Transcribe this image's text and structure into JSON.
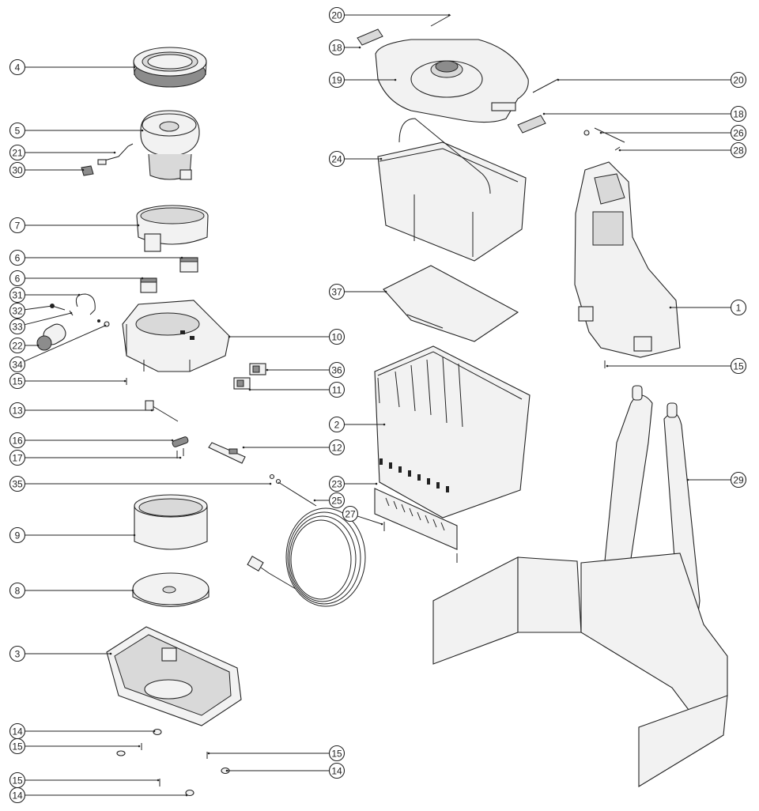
{
  "callouts": [
    {
      "id": "c4",
      "label": "4"
    },
    {
      "id": "c5",
      "label": "5"
    },
    {
      "id": "c21",
      "label": "21"
    },
    {
      "id": "c30",
      "label": "30"
    },
    {
      "id": "c7",
      "label": "7"
    },
    {
      "id": "c6a",
      "label": "6"
    },
    {
      "id": "c6b",
      "label": "6"
    },
    {
      "id": "c31",
      "label": "31"
    },
    {
      "id": "c32",
      "label": "32"
    },
    {
      "id": "c33",
      "label": "33"
    },
    {
      "id": "c22",
      "label": "22"
    },
    {
      "id": "c34",
      "label": "34"
    },
    {
      "id": "c15a",
      "label": "15"
    },
    {
      "id": "c13",
      "label": "13"
    },
    {
      "id": "c16",
      "label": "16"
    },
    {
      "id": "c17",
      "label": "17"
    },
    {
      "id": "c35",
      "label": "35"
    },
    {
      "id": "c9",
      "label": "9"
    },
    {
      "id": "c8",
      "label": "8"
    },
    {
      "id": "c3",
      "label": "3"
    },
    {
      "id": "c14a",
      "label": "14"
    },
    {
      "id": "c15b",
      "label": "15"
    },
    {
      "id": "c15c",
      "label": "15"
    },
    {
      "id": "c14b",
      "label": "14"
    },
    {
      "id": "c15d",
      "label": "15"
    },
    {
      "id": "c14c",
      "label": "14"
    },
    {
      "id": "c20a",
      "label": "20"
    },
    {
      "id": "c18a",
      "label": "18"
    },
    {
      "id": "c19",
      "label": "19"
    },
    {
      "id": "c20b",
      "label": "20"
    },
    {
      "id": "c18b",
      "label": "18"
    },
    {
      "id": "c26",
      "label": "26"
    },
    {
      "id": "c28",
      "label": "28"
    },
    {
      "id": "c24",
      "label": "24"
    },
    {
      "id": "c1",
      "label": "1"
    },
    {
      "id": "c37",
      "label": "37"
    },
    {
      "id": "c10",
      "label": "10"
    },
    {
      "id": "c15e",
      "label": "15"
    },
    {
      "id": "c36",
      "label": "36"
    },
    {
      "id": "c11",
      "label": "11"
    },
    {
      "id": "c2",
      "label": "2"
    },
    {
      "id": "c12",
      "label": "12"
    },
    {
      "id": "c29",
      "label": "29"
    },
    {
      "id": "c23",
      "label": "23"
    },
    {
      "id": "c25",
      "label": "25"
    },
    {
      "id": "c27",
      "label": "27"
    }
  ]
}
